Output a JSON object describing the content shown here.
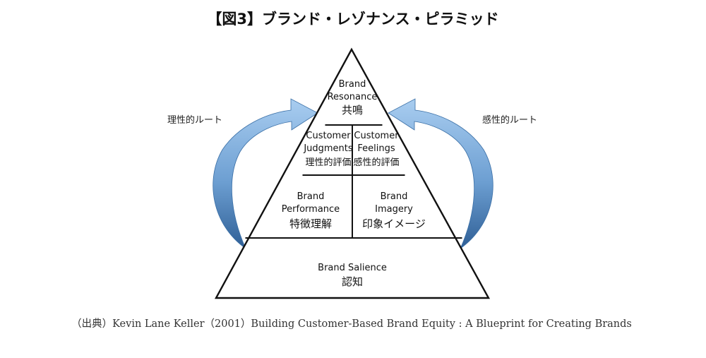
{
  "title": "【図3】ブランド・レゾナンス・ピラミッド",
  "routes": {
    "left": "理性的ルート",
    "right": "感性的ルート"
  },
  "pyramid": {
    "resonance": {
      "line1": "Brand",
      "line2": "Resonance",
      "jp": "共鳴"
    },
    "judgments": {
      "line1": "Customer",
      "line2": "Judgments",
      "jp": "理性的評価"
    },
    "feelings": {
      "line1": "Customer",
      "line2": "Feelings",
      "jp": "感性的評価"
    },
    "performance": {
      "line1": "Brand",
      "line2": "Performance",
      "jp": "特徴理解"
    },
    "imagery": {
      "line1": "Brand",
      "line2": "Imagery",
      "jp": "印象イメージ"
    },
    "salience": {
      "line1": "Brand Salience",
      "jp": "認知"
    }
  },
  "source": "（出典）Kevin Lane Keller（2001）Building Customer-Based Brand Equity : A Blueprint for Creating Brands",
  "colors": {
    "arrow_light": "#9cc3ea",
    "arrow_dark": "#3a6fa6"
  }
}
